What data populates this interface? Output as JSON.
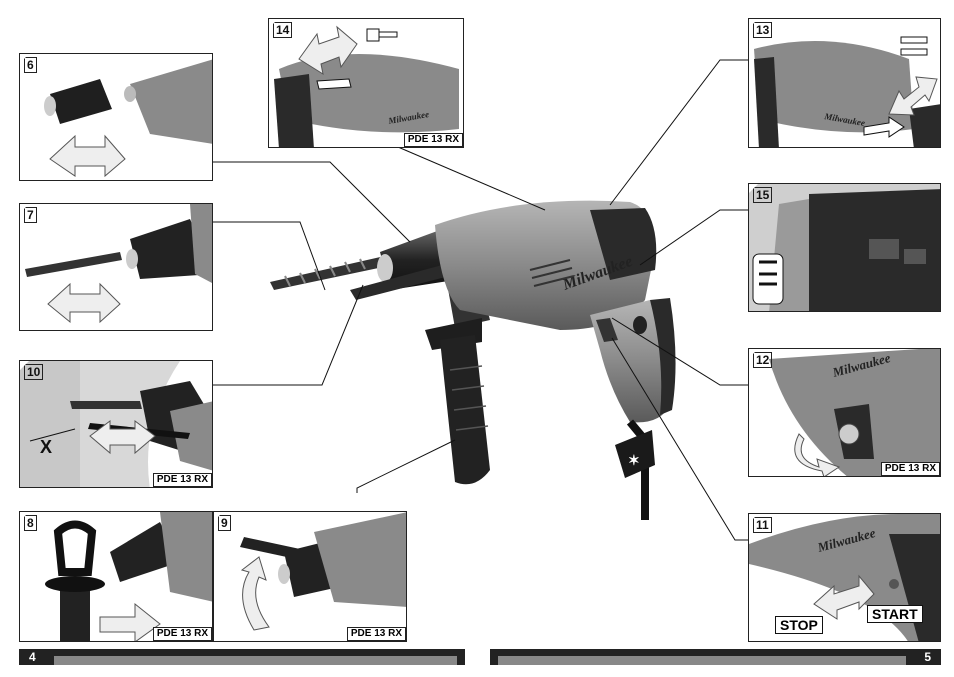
{
  "panels": {
    "p6": {
      "number": "6"
    },
    "p7": {
      "number": "7"
    },
    "p10": {
      "number": "10",
      "model": "PDE 13 RX",
      "dimension_mark": "X"
    },
    "p8": {
      "number": "8",
      "model": "PDE 13 RX"
    },
    "p9": {
      "number": "9",
      "model": "PDE 13 RX"
    },
    "p14": {
      "number": "14",
      "model": "PDE 13 RX"
    },
    "p13": {
      "number": "13"
    },
    "p15": {
      "number": "15"
    },
    "p12": {
      "number": "12",
      "model": "PDE 13 RX"
    },
    "p11": {
      "number": "11",
      "stop_label": "STOP",
      "start_label": "START"
    }
  },
  "footer": {
    "left_page": "4",
    "right_page": "5"
  },
  "colors": {
    "drill_body": "#8a8a8a",
    "dark": "#2a2a2a",
    "frame": "#222222"
  }
}
